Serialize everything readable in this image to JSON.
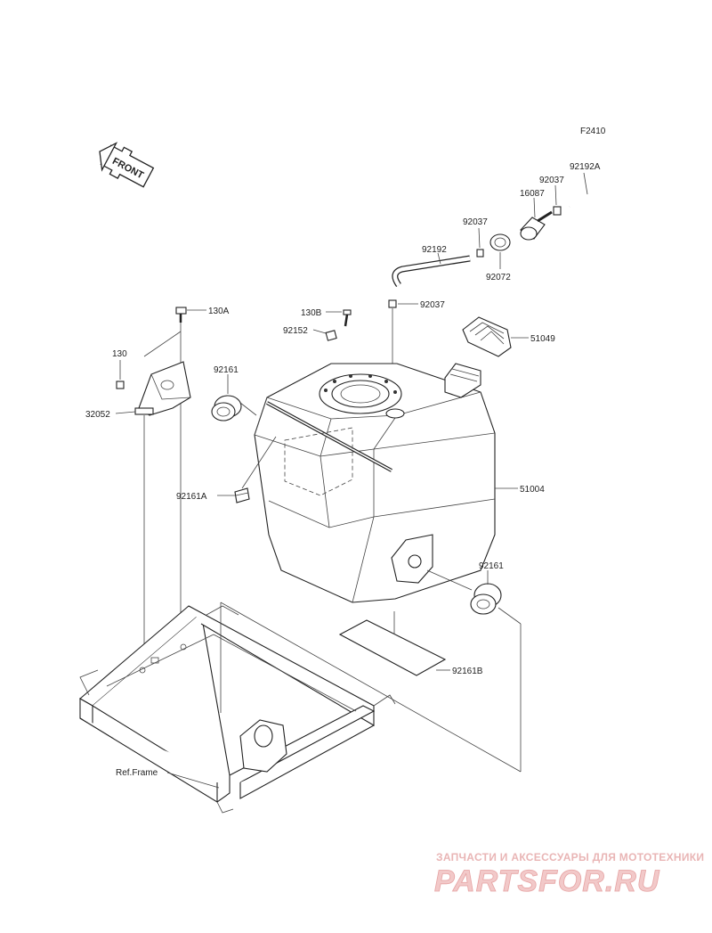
{
  "figure_code": "F2410",
  "front_marker": "FRONT",
  "parts": {
    "p92192A": "92192A",
    "p92037_top": "92037",
    "p16087": "16087",
    "p92037_mid": "92037",
    "p92192": "92192",
    "p92072": "92072",
    "p92037_low": "92037",
    "p130A": "130A",
    "p130B": "130B",
    "p92152": "92152",
    "p51049": "51049",
    "p130": "130",
    "p92161_top": "92161",
    "p32052": "32052",
    "p92161A": "92161A",
    "p51004": "51004",
    "p92161_bottom": "92161",
    "p92161B": "92161B"
  },
  "ref_frame": "Ref.Frame",
  "watermark": {
    "tagline": "ЗАПЧАСТИ И АКСЕССУАРЫ ДЛЯ МОТОТЕХНИКИ",
    "logo": "PARTSFOR.RU"
  }
}
